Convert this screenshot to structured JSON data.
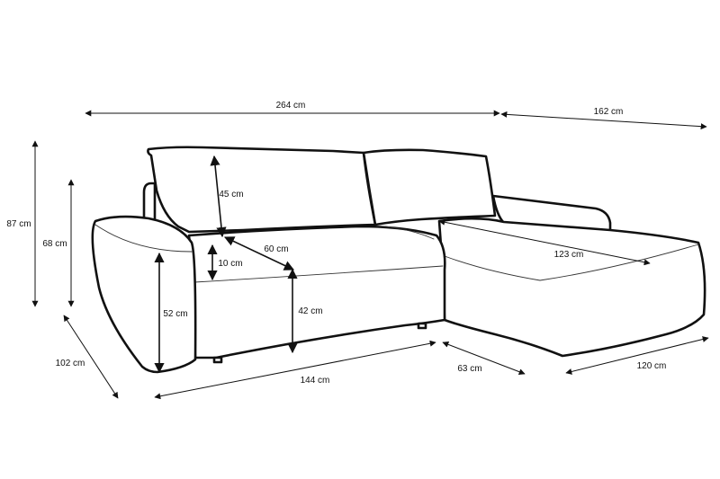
{
  "colors": {
    "outline": "#111111",
    "background": "#ffffff"
  },
  "dimensions": {
    "overall_width": "264 cm",
    "chaise_depth": "162 cm",
    "total_height": "87 cm",
    "back_height": "68 cm",
    "side_depth": "102 cm",
    "cushion_height": "45 cm",
    "seat_depth": "60 cm",
    "seat_thickness": "10 cm",
    "armrest_height": "52 cm",
    "seat_height": "42 cm",
    "chaise_length": "123 cm",
    "front_width": "144 cm",
    "chaise_front": "63 cm",
    "chaise_width": "120 cm"
  }
}
